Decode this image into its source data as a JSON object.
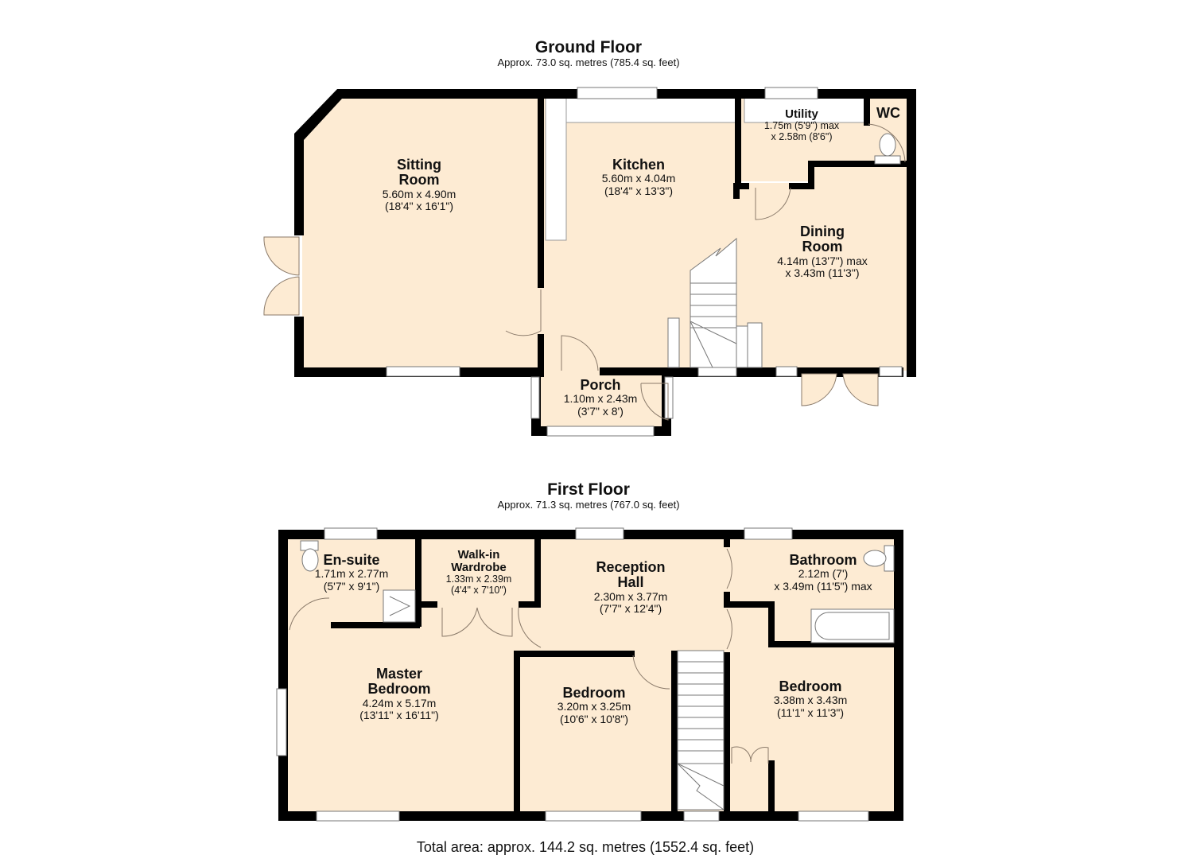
{
  "colors": {
    "room_fill": "#FDEBD3",
    "wall": "#000000",
    "fixture_fill": "#FFFFFF",
    "line": "#8a7a6a"
  },
  "ground_floor": {
    "title": "Ground Floor",
    "area": "Approx. 73.0 sq. metres (785.4 sq. feet)",
    "rooms": [
      {
        "name": "Sitting",
        "name2": "Room",
        "dim1": "5.60m x 4.90m",
        "dim2": "(18'4\" x 16'1\")"
      },
      {
        "name": "Kitchen",
        "dim1": "5.60m x 4.04m",
        "dim2": "(18'4\" x 13'3\")"
      },
      {
        "name": "Utility",
        "dim1": "1.75m (5'9\") max",
        "dim2": "x 2.58m (8'6\")"
      },
      {
        "name": "WC"
      },
      {
        "name": "Dining",
        "name2": "Room",
        "dim1": "4.14m (13'7\") max",
        "dim2": "x 3.43m (11'3\")"
      },
      {
        "name": "Porch",
        "dim1": "1.10m x 2.43m",
        "dim2": "(3'7\" x 8')"
      }
    ]
  },
  "first_floor": {
    "title": "First Floor",
    "area": "Approx. 71.3 sq. metres (767.0 sq. feet)",
    "rooms": [
      {
        "name": "En-suite",
        "dim1": "1.71m x 2.77m",
        "dim2": "(5'7\" x 9'1\")"
      },
      {
        "name": "Walk-in",
        "name2": "Wardrobe",
        "dim1": "1.33m x 2.39m",
        "dim2": "(4'4\" x 7'10\")"
      },
      {
        "name": "Reception",
        "name2": "Hall",
        "dim1": "2.30m x 3.77m",
        "dim2": "(7'7\" x 12'4\")"
      },
      {
        "name": "Bathroom",
        "dim1": "2.12m (7')",
        "dim2": "x 3.49m (11'5\") max"
      },
      {
        "name": "Master",
        "name2": "Bedroom",
        "dim1": "4.24m x 5.17m",
        "dim2": "(13'11\" x 16'11\")"
      },
      {
        "name": "Bedroom",
        "dim1": "3.20m x 3.25m",
        "dim2": "(10'6\" x 10'8\")"
      },
      {
        "name": "Bedroom",
        "dim1": "3.38m x 3.43m",
        "dim2": "(11'1\" x 11'3\")"
      }
    ]
  },
  "total_area": "Total area: approx. 144.2 sq. metres (1552.4 sq. feet)"
}
